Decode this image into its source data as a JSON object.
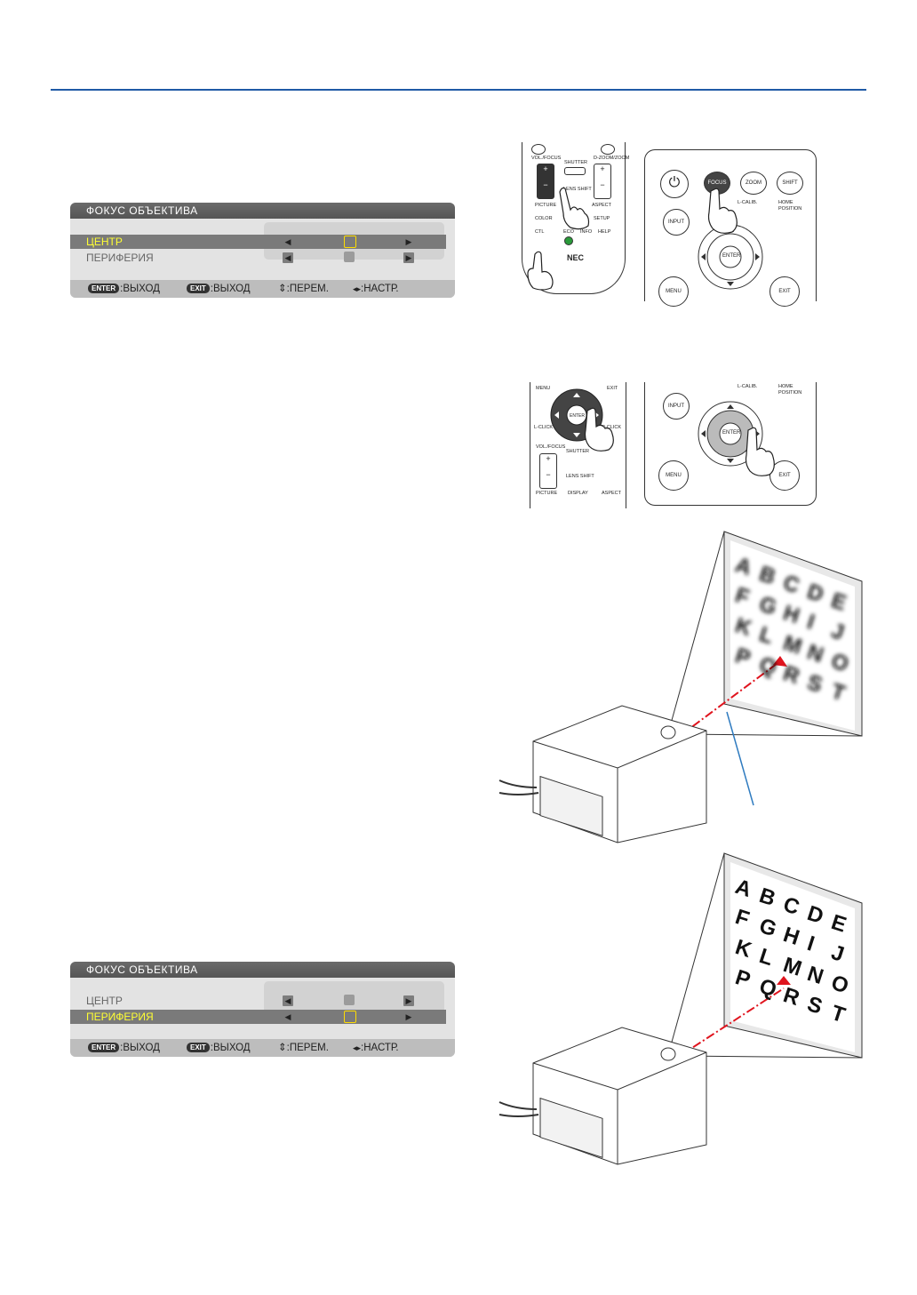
{
  "osd_top": {
    "title": "ФОКУС ОБЪЕКТИВА",
    "rows": [
      {
        "label": "ЦЕНТР",
        "selected": true
      },
      {
        "label": "ПЕРИФЕРИЯ",
        "selected": false
      }
    ],
    "footer": {
      "enter_key": "ENTER",
      "enter_text": ":ВЫХОД",
      "exit_key": "EXIT",
      "exit_text": ":ВЫХОД",
      "nav_text": ":ПЕРЕМ.",
      "adj_text": ":НАСТР."
    }
  },
  "osd_bottom": {
    "title": "ФОКУС ОБЪЕКТИВА",
    "rows": [
      {
        "label": "ЦЕНТР",
        "selected": false
      },
      {
        "label": "ПЕРИФЕРИЯ",
        "selected": true
      }
    ],
    "footer": {
      "enter_key": "ENTER",
      "enter_text": ":ВЫХОД",
      "exit_key": "EXIT",
      "exit_text": ":ВЫХОД",
      "nav_text": ":ПЕРЕМ.",
      "adj_text": ":НАСТР."
    }
  },
  "remote1": {
    "labels": [
      "VOL./FOCUS",
      "SHUTTER",
      "D-ZOOM/ZOOM",
      "LENS SHIFT",
      "PICTURE",
      "ASPECT",
      "COLOR",
      "SETUP",
      "CTL",
      "ECO",
      "INFO",
      "HELP",
      "+",
      "−",
      "+",
      "−"
    ],
    "brand": "NEC"
  },
  "panel1": {
    "buttons": [
      "FOCUS",
      "ZOOM",
      "SHIFT",
      "INPUT",
      "ENTER",
      "MENU",
      "EXIT"
    ],
    "lcalib": "L-CALIB.",
    "home": "HOME",
    "position": "POSITION"
  },
  "remote2": {
    "labels": [
      "MENU",
      "EXIT",
      "ENTER",
      "L-CLICK",
      "R-CLICK",
      "VOL./FOCUS",
      "SHUTTER",
      "LENS SHIFT",
      "PICTURE",
      "DISPLAY",
      "ASPECT",
      "+",
      "−"
    ]
  },
  "panel2": {
    "buttons": [
      "INPUT",
      "ENTER",
      "MENU",
      "EXIT"
    ],
    "lcalib": "L-CALIB.",
    "home": "HOME",
    "position": "POSITION"
  },
  "letters_blurred": [
    "A",
    "B",
    "C",
    "D",
    "E",
    "F",
    "G",
    "H",
    "I",
    "J",
    "K",
    "L",
    "M",
    "N",
    "O",
    "P",
    "Q",
    "R",
    "S",
    "T"
  ],
  "letters_sharp": [
    "A",
    "B",
    "C",
    "D",
    "E",
    "F",
    "G",
    "H",
    "I",
    "J",
    "K",
    "L",
    "M",
    "N",
    "O",
    "P",
    "Q",
    "R",
    "S",
    "T"
  ],
  "colors": {
    "rule": "#1f5aa6",
    "laser": "#e0141e",
    "callout": "#2f7bc0",
    "highlight": "#ffff33"
  }
}
